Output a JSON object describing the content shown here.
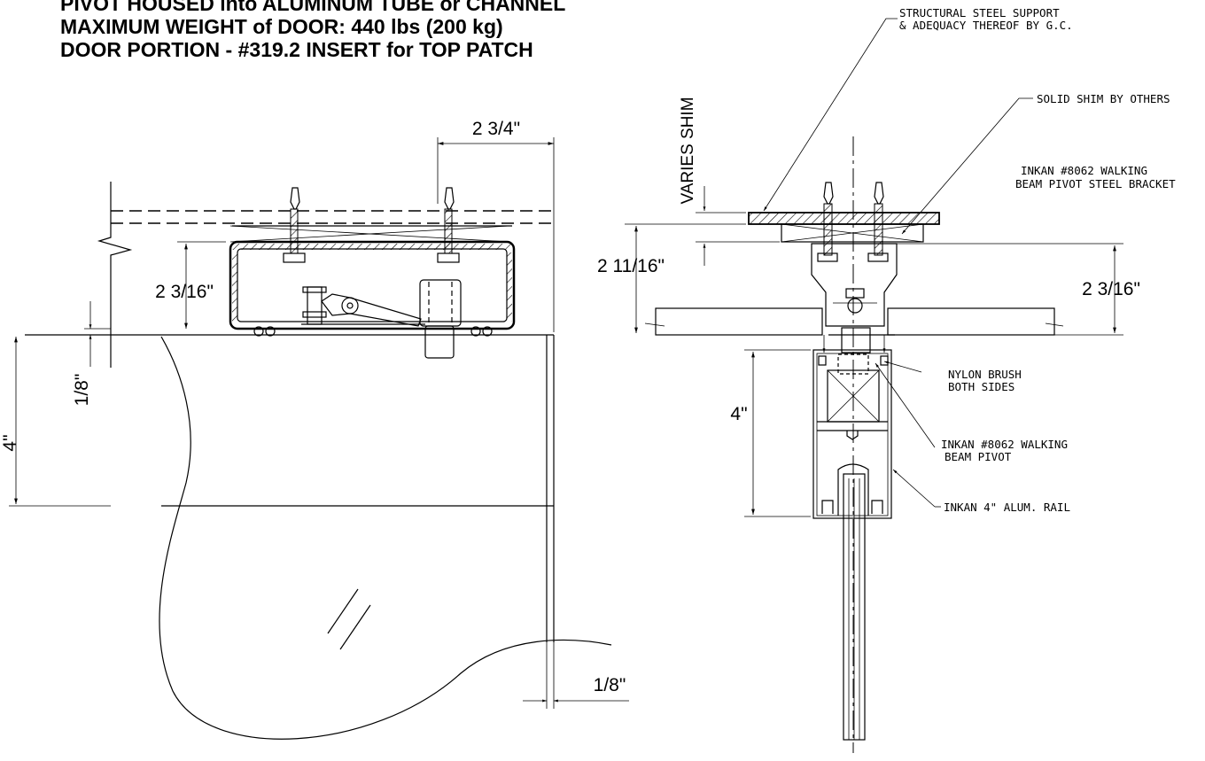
{
  "title_lines": [
    "PIVOT HOUSED into ALUMINUM TUBE or CHANNEL",
    "MAXIMUM WEIGHT of DOOR: 440 lbs (200 kg)",
    "DOOR PORTION - #319.2 INSERT for TOP PATCH"
  ],
  "left_view": {
    "dim_width": "2 3/4\"",
    "dim_height": "2 3/16\"",
    "dim_gap": "1/8\"",
    "dim_rail": "4\"",
    "dim_bottom_gap": "1/8\""
  },
  "right_view": {
    "varies_shim": "VARIES SHIM",
    "dim_left_height": "2 11/16\"",
    "dim_right_height": "2 3/16\"",
    "dim_rail": "4\""
  },
  "callouts": {
    "structural_support": [
      "STRUCTURAL STEEL SUPPORT",
      "& ADEQUACY THEREOF BY G.C."
    ],
    "solid_shim": [
      "SOLID SHIM BY OTHERS"
    ],
    "bracket": [
      "INKAN #8062 WALKING",
      "BEAM PIVOT STEEL BRACKET"
    ],
    "nylon_brush": [
      "NYLON BRUSH",
      "BOTH SIDES"
    ],
    "beam_pivot": [
      "INKAN #8062 WALKING",
      "BEAM PIVOT"
    ],
    "alum_rail": [
      "INKAN 4\" ALUM. RAIL"
    ]
  }
}
